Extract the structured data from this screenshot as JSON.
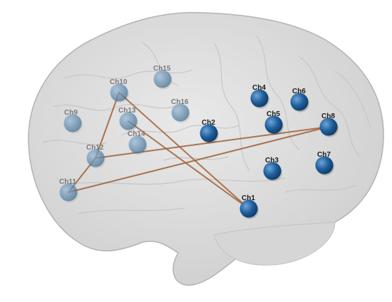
{
  "channels": [
    {
      "id": "ch1",
      "label": "Ch1",
      "depth": "front"
    },
    {
      "id": "ch2",
      "label": "Ch2",
      "depth": "front"
    },
    {
      "id": "ch3",
      "label": "Ch3",
      "depth": "front"
    },
    {
      "id": "ch4",
      "label": "Ch4",
      "depth": "front"
    },
    {
      "id": "ch5",
      "label": "Ch5",
      "depth": "front"
    },
    {
      "id": "ch6",
      "label": "Ch6",
      "depth": "front"
    },
    {
      "id": "ch7",
      "label": "Ch7",
      "depth": "front"
    },
    {
      "id": "ch8",
      "label": "Ch8",
      "depth": "front"
    },
    {
      "id": "ch9",
      "label": "Ch9",
      "depth": "back"
    },
    {
      "id": "ch10",
      "label": "Ch10",
      "depth": "back"
    },
    {
      "id": "ch11",
      "label": "Ch11",
      "depth": "back"
    },
    {
      "id": "ch12",
      "label": "Ch12",
      "depth": "back"
    },
    {
      "id": "ch13",
      "label": "Ch13",
      "depth": "back"
    },
    {
      "id": "ch14",
      "label": "Ch14",
      "depth": "back"
    },
    {
      "id": "ch15",
      "label": "Ch15",
      "depth": "back"
    },
    {
      "id": "ch16",
      "label": "Ch16",
      "depth": "back"
    }
  ],
  "connections": [
    {
      "from": "ch1",
      "to": "ch10"
    },
    {
      "from": "ch1",
      "to": "ch13"
    },
    {
      "from": "ch8",
      "to": "ch12"
    },
    {
      "from": "ch8",
      "to": "ch11"
    },
    {
      "from": "ch10",
      "to": "ch12"
    },
    {
      "from": "ch11",
      "to": "ch12"
    }
  ],
  "colors": {
    "node_front": "#1f5f9c",
    "node_back": "#5f8fb5",
    "edge": "#a0613a",
    "brain_fill": "#dcdcdc",
    "brain_outline": "#b0b0b0",
    "label_front": "#1a1a1a",
    "label_back": "#7a7a7a"
  }
}
